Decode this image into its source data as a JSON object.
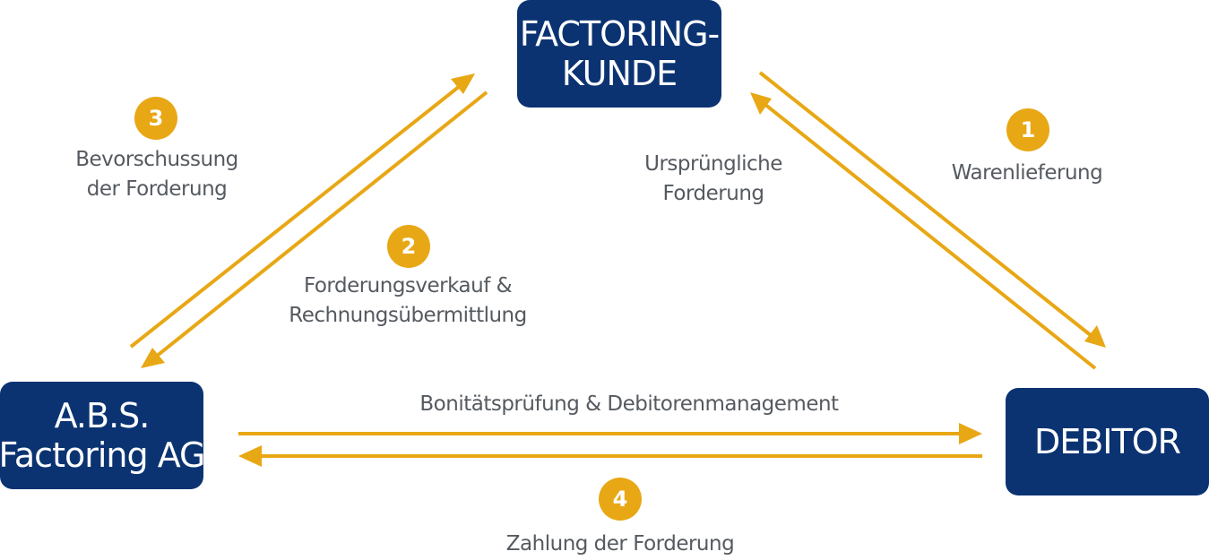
{
  "colors": {
    "node_fill": "#0b3372",
    "arrow": "#e8a714",
    "label_text": "#555a60"
  },
  "nodes": {
    "factoring_kunde": {
      "lines": [
        "FACTORING-",
        "KUNDE"
      ]
    },
    "abs_factoring": {
      "lines": [
        "A.B.S.",
        "Factoring AG"
      ]
    },
    "debitor": {
      "lines": [
        "DEBITOR"
      ]
    }
  },
  "steps": {
    "step1": {
      "number": "1",
      "label": "Warenlieferung"
    },
    "step2": {
      "number": "2",
      "label_lines": [
        "Forderungsverkauf &",
        "Rechnungsübermittlung"
      ]
    },
    "step3": {
      "number": "3",
      "label_lines": [
        "Bevorschussung",
        "der Forderung"
      ]
    },
    "step4": {
      "number": "4",
      "label": "Zahlung der Forderung"
    }
  },
  "labels": {
    "original_claim": [
      "Ursprüngliche",
      "Forderung"
    ],
    "credit_check": "Bonitätsprüfung & Debitorenmanagement"
  }
}
